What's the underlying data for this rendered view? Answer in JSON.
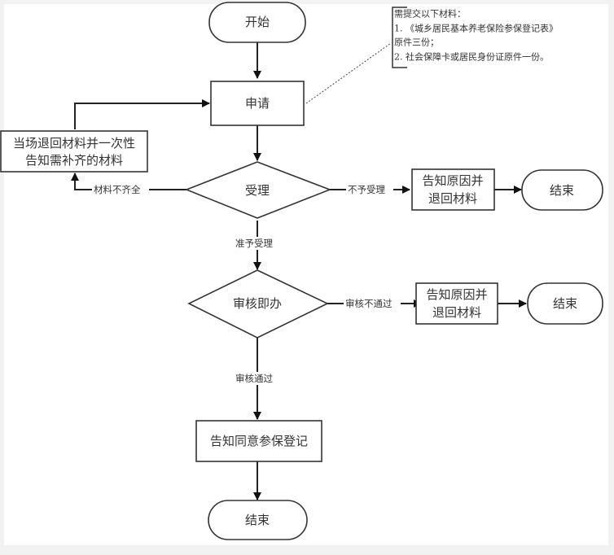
{
  "diagram": {
    "type": "flowchart",
    "nodes": {
      "start": "开始",
      "apply": "申请",
      "return_and_notify": [
        "当场退回材料并一次性",
        "告知需补齐的材料"
      ],
      "accept": "受理",
      "reject_notice_1": [
        "告知原因并",
        "退回材料"
      ],
      "end_1": "结束",
      "review": "审核即办",
      "reject_notice_2": [
        "告知原因并",
        "退回材料"
      ],
      "end_2": "结束",
      "approve_notice": "告知同意参保登记",
      "end_3": "结束"
    },
    "edge_labels": {
      "incomplete": "材料不齐全",
      "not_accepted": "不予受理",
      "accepted": "准予受理",
      "review_failed": "审核不通过",
      "review_passed": "审核通过"
    },
    "note": {
      "lines": [
        "需提交以下材料：",
        "1. 《城乡居民基本养老保险参保登记表》",
        "原件三份；",
        "2. 社会保障卡或居民身份证原件一份。"
      ]
    }
  }
}
